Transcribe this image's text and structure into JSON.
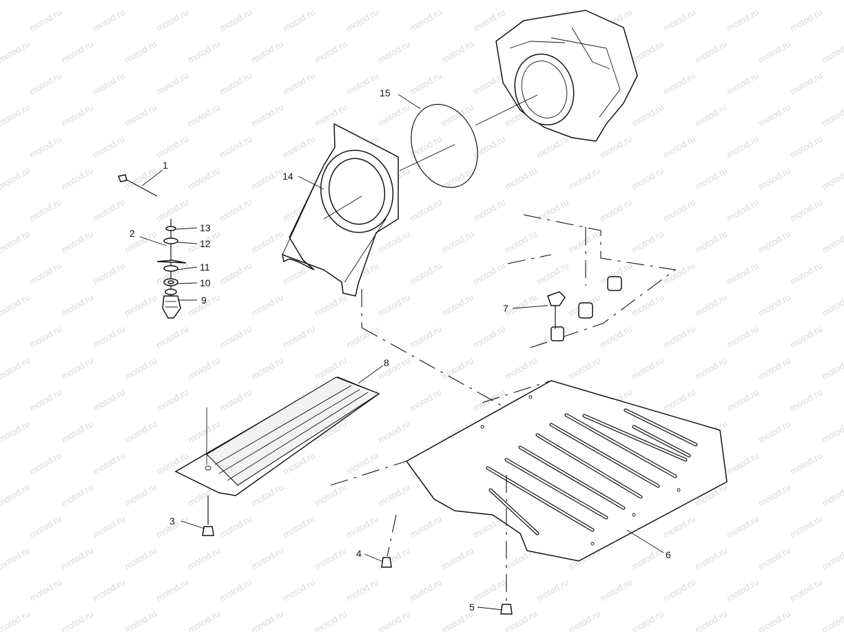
{
  "watermark": {
    "text": "motod.ru",
    "color": "#d8d8d8"
  },
  "callouts": [
    {
      "id": "c1",
      "label": "1"
    },
    {
      "id": "c2",
      "label": "2"
    },
    {
      "id": "c3",
      "label": "3"
    },
    {
      "id": "c4",
      "label": "4"
    },
    {
      "id": "c5",
      "label": "5"
    },
    {
      "id": "c6",
      "label": "6"
    },
    {
      "id": "c7",
      "label": "7"
    },
    {
      "id": "c8",
      "label": "8"
    },
    {
      "id": "c9",
      "label": "9"
    },
    {
      "id": "c10",
      "label": "10"
    },
    {
      "id": "c11",
      "label": "11"
    },
    {
      "id": "c12",
      "label": "12"
    },
    {
      "id": "c13",
      "label": "13"
    },
    {
      "id": "c14",
      "label": "14"
    },
    {
      "id": "c15",
      "label": "15"
    }
  ]
}
